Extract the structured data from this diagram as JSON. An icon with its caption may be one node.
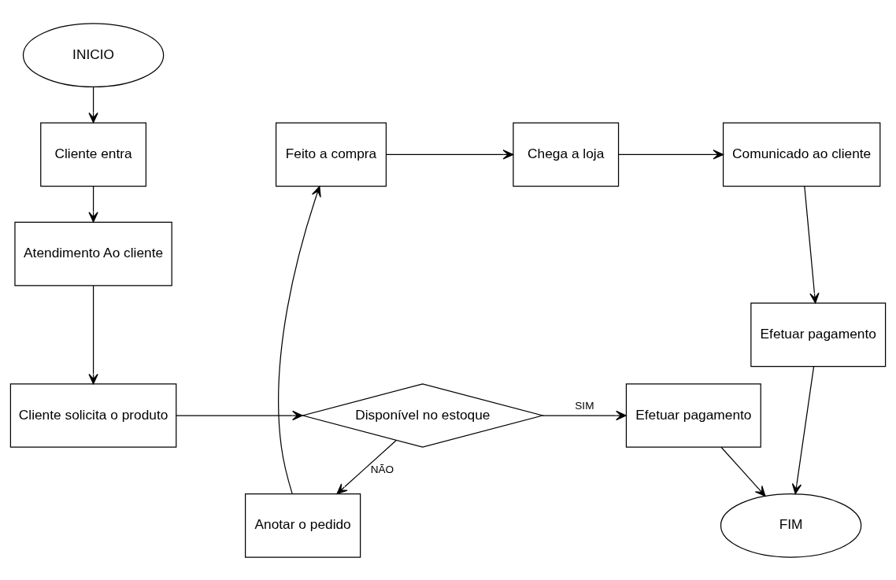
{
  "diagram": {
    "nodes": [
      {
        "text": [
          "INICIO"
        ]
      },
      {
        "text": [
          "Cliente entra"
        ]
      },
      {
        "text": [
          "Atendimento Ao cliente"
        ]
      },
      {
        "text": [
          "Cliente solicita o produto"
        ]
      },
      {
        "text": [
          "Disponível no estoque"
        ]
      },
      {
        "text": [
          "Anotar o pedido"
        ]
      },
      {
        "text": [
          "Feito a compra"
        ]
      },
      {
        "text": [
          "Chega a loja"
        ]
      },
      {
        "text": [
          "Comunicado ao cliente"
        ]
      },
      {
        "text": [
          "Efetuar pagamento"
        ]
      },
      {
        "text": [
          "Efetuar pagamento"
        ]
      },
      {
        "text": [
          "FIM"
        ]
      }
    ],
    "edges": [
      {
        "from": 0,
        "to": 1,
        "arrow": "to"
      },
      {
        "from": 1,
        "to": 2,
        "arrow": "to"
      },
      {
        "from": 2,
        "to": 3,
        "arrow": "to"
      },
      {
        "from": 3,
        "to": 4,
        "arrow": "to"
      },
      {
        "from": 4,
        "to": 5,
        "arrow": "to",
        "label": "NÃO"
      },
      {
        "from": 5,
        "to": 6,
        "arrow": "to"
      },
      {
        "from": 6,
        "to": 7,
        "arrow": "to"
      },
      {
        "from": 7,
        "to": 8,
        "arrow": "to"
      },
      {
        "from": 8,
        "to": 9,
        "arrow": "to"
      },
      {
        "from": 9,
        "to": 11,
        "arrow": "to"
      },
      {
        "from": 4,
        "to": 10,
        "arrow": "to",
        "label": "SIM"
      },
      {
        "from": 10,
        "to": 11,
        "arrow": "to"
      }
    ]
  }
}
